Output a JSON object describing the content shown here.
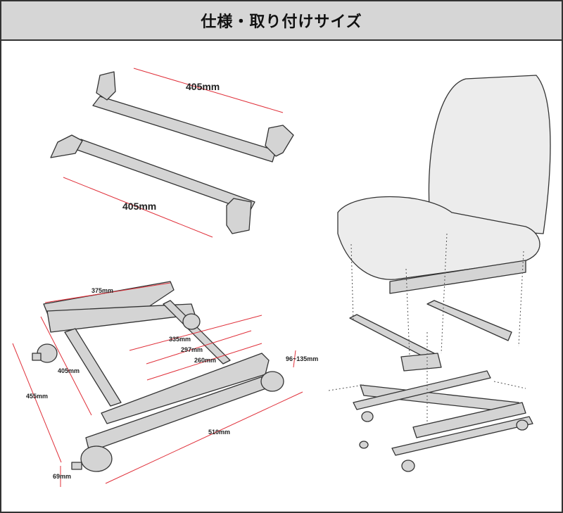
{
  "header": {
    "title": "仕様・取り付けサイズ"
  },
  "dimensions": {
    "bracket_top": "405mm",
    "bracket_bottom": "405mm",
    "frame_top_width": "375mm",
    "hole_335": "335mm",
    "hole_297": "297mm",
    "hole_260": "260mm",
    "height_range": "96~135mm",
    "frame_depth": "405mm",
    "overall_depth": "455mm",
    "rail_length": "510mm",
    "caster_height": "69mm"
  },
  "colors": {
    "dimension_line": "#e0303a",
    "part_fill": "#d4d4d4",
    "part_stroke": "#333333",
    "header_bg": "#d6d6d6"
  }
}
